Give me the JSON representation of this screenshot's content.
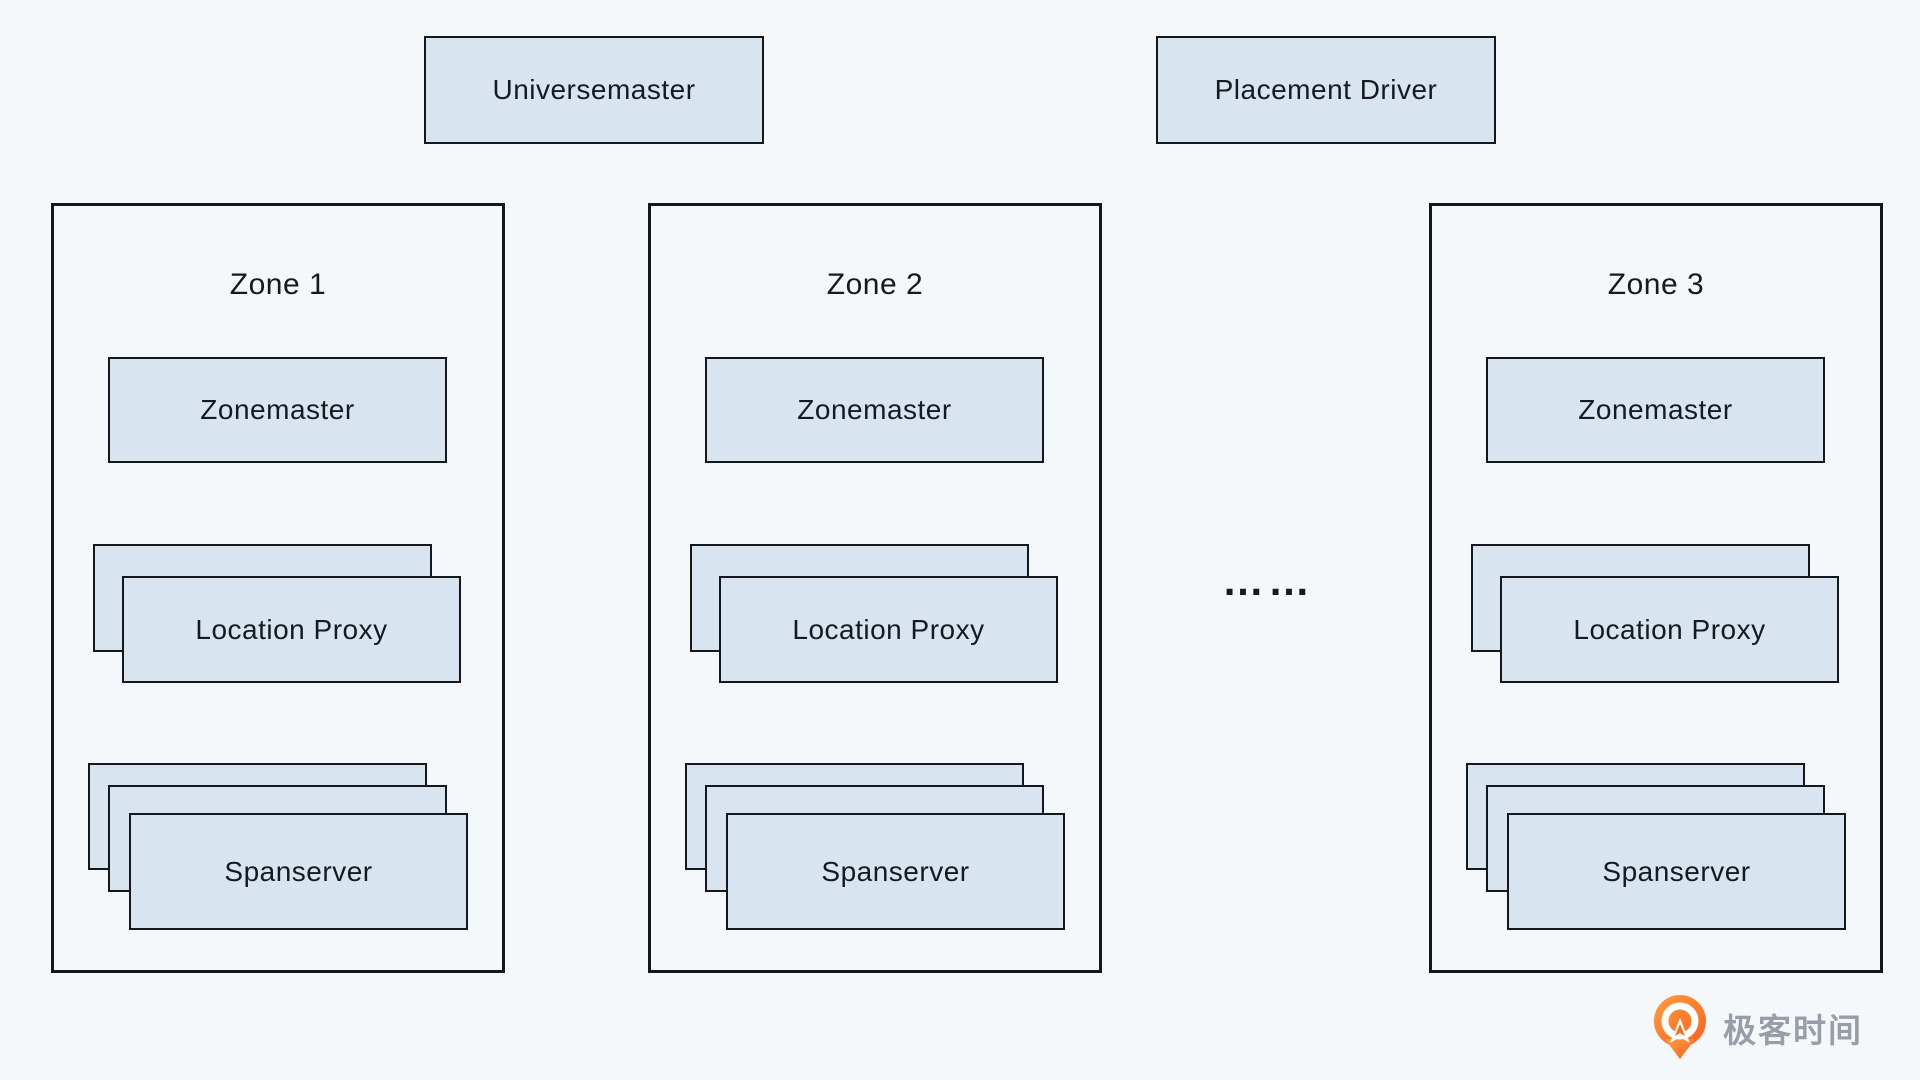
{
  "colors": {
    "background": "#f4f8fa",
    "box_fill": "#d9e4f1",
    "box_border": "#14171b",
    "text": "#16191d",
    "logo_orange": "#f96d1d",
    "logo_orange_light": "#ff9e40",
    "logo_text_gray": "#979ea7"
  },
  "top_nodes": {
    "universemaster": {
      "label": "Universemaster"
    },
    "placement_driver": {
      "label": "Placement Driver"
    }
  },
  "zones": [
    {
      "title": "Zone 1",
      "zonemaster_label": "Zonemaster",
      "location_proxy_label": "Location Proxy",
      "spanserver_label": "Spanserver"
    },
    {
      "title": "Zone 2",
      "zonemaster_label": "Zonemaster",
      "location_proxy_label": "Location Proxy",
      "spanserver_label": "Spanserver"
    },
    {
      "title": "Zone 3",
      "zonemaster_label": "Zonemaster",
      "location_proxy_label": "Location Proxy",
      "spanserver_label": "Spanserver"
    }
  ],
  "ellipsis": "……",
  "logo": {
    "brand_text": "极客时间"
  }
}
